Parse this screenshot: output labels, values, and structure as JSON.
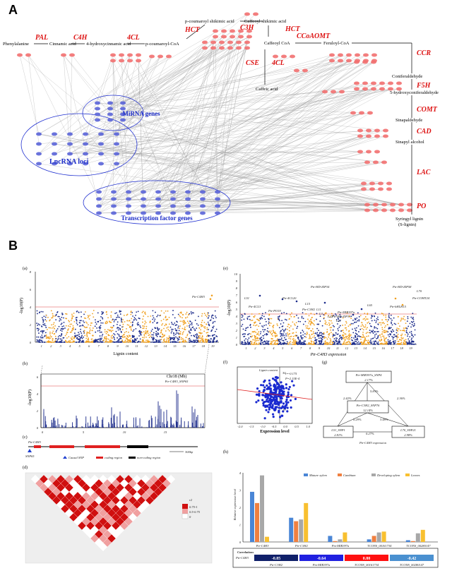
{
  "panelA": {
    "letter": "A",
    "enzymes": [
      "PAL",
      "C4H",
      "4CL",
      "HCT",
      "C3H",
      "HCT",
      "CCoAOMT",
      "CSE",
      "4CL",
      "CCR",
      "F5H",
      "COMT",
      "CAD",
      "LAC",
      "PO"
    ],
    "metabolites": {
      "phenylalanine": "Phenylalanine",
      "cinnamic": "Cinnamic acid",
      "hydroxycinnamic": "4-hydroxycinnamic acid",
      "pcoumaroylcoa": "p-coumaroyl-CoA",
      "pcoumaroylshikimic": "p-coumaroyl shikimic acid",
      "caffeoylshikimic": "Caffeoyl shikimic acid",
      "caffeoylcoa": "Caffeoyl CoA",
      "caffeic": "Caffeic acid",
      "feruloylcoa": "Feruloyl-CoA",
      "coniferaldehyde": "Coniferaldehyde",
      "hydroxyconiferaldehyde": "5-hydroxyconiferaldehyde",
      "sinapaldehyde": "Sinapaldehyde",
      "sinapyl": "Sinapyl alcohol",
      "syringyl": "Syringyl lignin",
      "slignin": "(S-lignin)"
    },
    "groups": {
      "mirna": "MiRNA genes",
      "lncrna": "LncRNA loci",
      "tf": "Transcription factor genes"
    }
  },
  "panelB": {
    "letter": "B",
    "a": {
      "label": "(a)",
      "ylabel": "-log10(P)",
      "xlabel": "Lignin content",
      "peak": "Ptr-C4H3",
      "yticks": [
        "0",
        "2",
        "4",
        "6",
        "8"
      ],
      "chroms": [
        "1",
        "2",
        "3",
        "4",
        "5",
        "6",
        "7",
        "8",
        "9",
        "10",
        "11",
        "12",
        "13",
        "14",
        "15",
        "16",
        "17",
        "18",
        "19"
      ]
    },
    "b": {
      "label": "(b)",
      "title": "Chr18 (Mb)",
      "peak": "Ptr-C4H3_SNP65",
      "xticks": [
        "0",
        "5",
        "10",
        "15"
      ],
      "yticks": [
        "0",
        "2",
        "4",
        "6"
      ]
    },
    "c": {
      "label": "(c)",
      "gene": "Ptr-C4H3",
      "snp": "SNP65",
      "scale": "300bp",
      "legend": [
        "Causal SNP",
        "coding region",
        "non-coding region"
      ]
    },
    "d": {
      "label": "(d)",
      "r2": "r2",
      "legend": [
        "0.75-1",
        "0.5-0.75",
        "0"
      ]
    },
    "e": {
      "label": "(e)",
      "ylabel": "-log10(P)",
      "xlabel": "Ptr-C4H3  expression",
      "yticks": [
        "0",
        "1",
        "2",
        "3",
        "4",
        "5",
        "6",
        "7",
        "8",
        "9",
        "10"
      ],
      "annotations": [
        "Ptr-HD-ZIP34",
        "Ptr-4CL20",
        "Ptr-4CL3",
        "Ptr-PO19",
        "L15",
        "Ptr-C3H2",
        "L11",
        "Ptr-MIR397a",
        "Ptr-HD-ZIP31",
        "L65",
        "Ptr-HD-ZIP58",
        "L70",
        "Ptr-COMT24",
        "Ptr-bHLH15",
        "L51",
        "L3",
        "L22",
        "L27"
      ]
    },
    "f": {
      "label": "(f)",
      "title": "Lignin content",
      "xlabel": "Expression level",
      "r": "r=-0.175",
      "p": "P=2.15E-4",
      "yticks": [
        "30",
        "15"
      ],
      "xticks": [
        "-2.0",
        "-1.5",
        "-1.0",
        "-0.5",
        "0.0",
        "0.5",
        "1.0"
      ]
    },
    "g": {
      "label": "(g)",
      "boxes": [
        "Ptr-MIR397a_SNP4",
        "Ptr-C3H2_SNP76",
        "L51_SNP1",
        "L70_SNP21"
      ],
      "box_values": [
        "2.17%",
        "12.14%",
        "2.81%",
        "2.98%"
      ],
      "edges": [
        "5.83%",
        "2.42%",
        "2.36%",
        "0.29%",
        "3.48%",
        "0.27%"
      ],
      "footer": "Ptr-C4H3  expression"
    },
    "h": {
      "label": "(h)",
      "ylabel": "Relative expression level",
      "yticks": [
        "0",
        "1",
        "2",
        "3",
        "4"
      ],
      "corr_title": "Correlations",
      "corr_gene": "Ptr-C4H3",
      "corr_values": [
        "-0.85",
        "-0.64",
        "0.80",
        "-0.42"
      ],
      "corr_names": [
        "Ptr-C3H2",
        "Pm-MIR397a",
        "TCONS_00161734",
        "TCONS_00280147"
      ],
      "corr_colors": [
        "#10206a",
        "#2020e0",
        "#ff1010",
        "#4a90d0"
      ]
    }
  },
  "chart_data": {
    "type": "bar",
    "categories": [
      "Ptr-C4H3",
      "Ptr-C3H2",
      "Pm-MIR397a",
      "TCONS_00161734",
      "TCONS_00280147"
    ],
    "series": [
      {
        "name": "Mature xylem",
        "values": [
          2.9,
          1.4,
          0.35,
          0.15,
          0.1
        ]
      },
      {
        "name": "Cambium",
        "values": [
          2.25,
          1.2,
          0.05,
          0.35,
          0.05
        ]
      },
      {
        "name": "Developing xylem",
        "values": [
          3.85,
          1.3,
          0.15,
          0.55,
          0.5
        ]
      },
      {
        "name": "Leaves",
        "values": [
          0.3,
          2.25,
          0.55,
          0.6,
          0.7
        ]
      }
    ],
    "ylabel": "Relative expression level",
    "ylim": [
      0,
      4
    ],
    "colors": [
      "#4a86d6",
      "#f08040",
      "#a8a8a8",
      "#f8c030"
    ]
  }
}
